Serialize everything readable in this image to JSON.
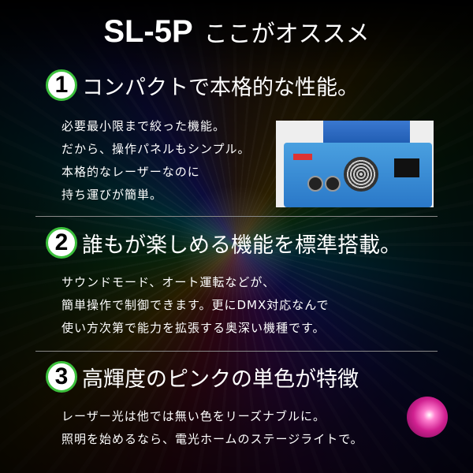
{
  "title": {
    "model": "SL-5P",
    "subtitle": "ここがオススメ"
  },
  "sections": [
    {
      "number": "1",
      "heading": "コンパクトで本格的な性能。",
      "lines": [
        "必要最小限まで絞った機能。",
        "だから、操作パネルもシンプル。",
        "本格的なレーザーなのに",
        "持ち運びが簡単。"
      ]
    },
    {
      "number": "2",
      "heading": "誰もが楽しめる機能を標準搭載。",
      "lines": [
        "サウンドモード、オート運転などが、",
        "簡単操作で制御できます。更にDMX対応なんで",
        "使い方次第で能力を拡張する奥深い機種です。"
      ]
    },
    {
      "number": "3",
      "heading": "高輝度のピンクの単色が特徴",
      "lines": [
        "レーザー光は他では無い色をリーズナブルに。",
        "照明を始めるなら、電光ホームのステージライトで。"
      ]
    }
  ],
  "colors": {
    "badge_ring": "#3cc03c",
    "background": "#000000",
    "accent_pink": "#d02090"
  }
}
